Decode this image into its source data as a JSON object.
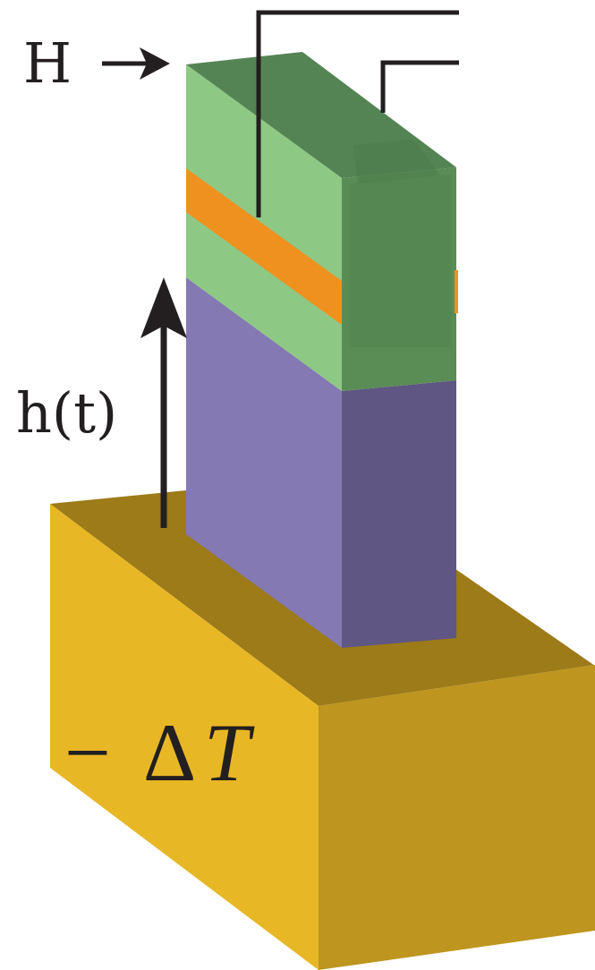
{
  "labels": {
    "field": "H",
    "height": "h(t)",
    "temperature_minus": "−",
    "temperature_delta": "Δ",
    "temperature_var": "T"
  },
  "colors": {
    "substrate_top": "#9c7b18",
    "substrate_front": "#e8b725",
    "substrate_right": "#bd951f",
    "column_front": "#8479b3",
    "column_side": "#5f5683",
    "cap_front": "#8ec885",
    "cap_top": "#558454",
    "cap_side": "#5a8c56",
    "stripe": "#ef911f",
    "ink": "#231f20"
  },
  "icons": {
    "field_arrow": "right-arrow-icon",
    "growth_arrow": "up-arrow-icon"
  }
}
